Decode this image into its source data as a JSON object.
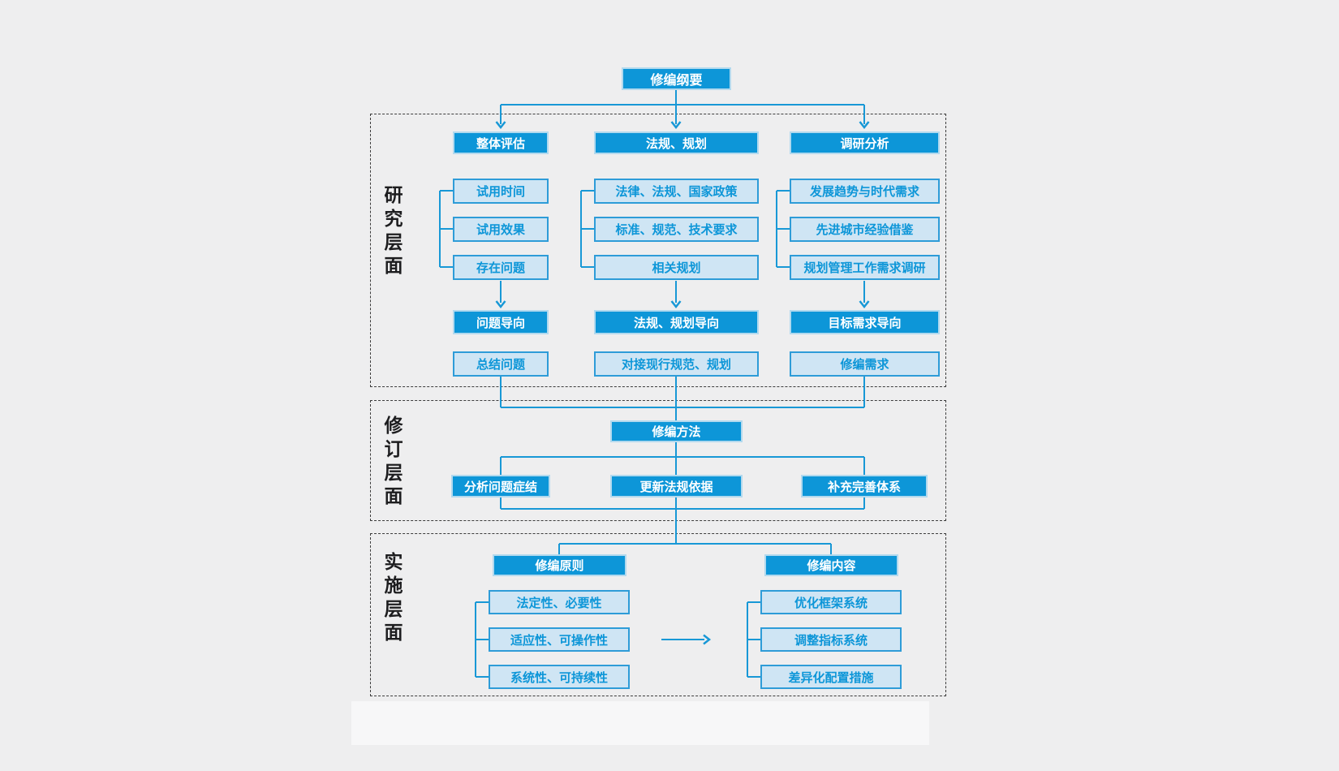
{
  "colors": {
    "primary": "#0d96d8",
    "light-fill": "#cfe5f4",
    "light-border": "#2e9cd8",
    "dark-border": "#b2d9ee",
    "line": "#1898d6",
    "canvas-bg": "#eeeeef",
    "label-color": "#1d1d1f"
  },
  "root": {
    "title": "修编纲要"
  },
  "research": {
    "label": "研究层面",
    "columns": [
      {
        "header": "整体评估",
        "items": [
          "试用时间",
          "试用效果",
          "存在问题"
        ],
        "orientation": "问题导向",
        "output": "总结问题"
      },
      {
        "header": "法规、规划",
        "items": [
          "法律、法规、国家政策",
          "标准、规范、技术要求",
          "相关规划"
        ],
        "orientation": "法规、规划导向",
        "output": "对接现行规范、规划"
      },
      {
        "header": "调研分析",
        "items": [
          "发展趋势与时代需求",
          "先进城市经验借鉴",
          "规划管理工作需求调研"
        ],
        "orientation": "目标需求导向",
        "output": "修编需求"
      }
    ]
  },
  "revision": {
    "label": "修订层面",
    "method": "修编方法",
    "items": [
      "分析问题症结",
      "更新法规依据",
      "补充完善体系"
    ]
  },
  "implementation": {
    "label": "实施层面",
    "groups": [
      {
        "header": "修编原则",
        "items": [
          "法定性、必要性",
          "适应性、可操作性",
          "系统性、可持续性"
        ]
      },
      {
        "header": "修编内容",
        "items": [
          "优化框架系统",
          "调整指标系统",
          "差异化配置措施"
        ]
      }
    ]
  }
}
